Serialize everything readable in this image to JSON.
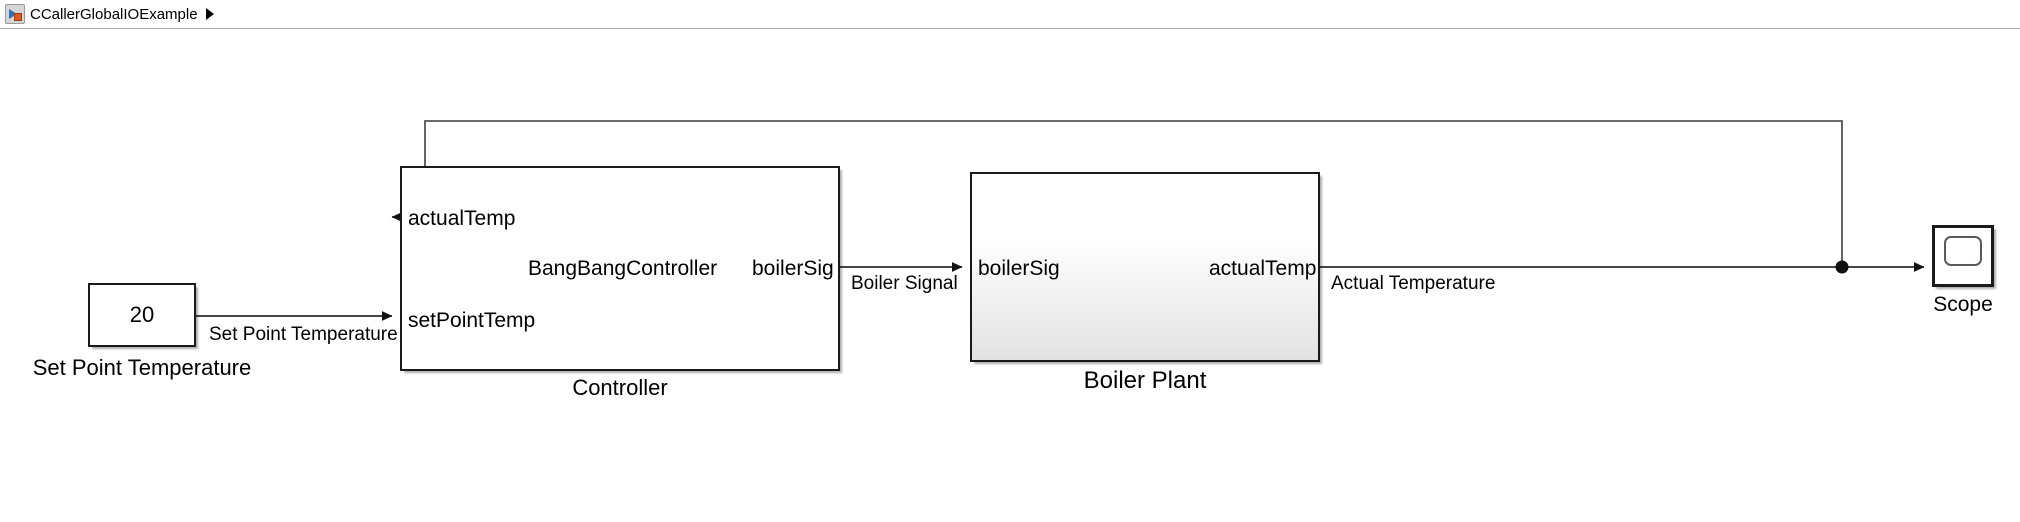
{
  "window": {
    "breadcrumb": {
      "icon": "simulink-model-icon",
      "label": "CCallerGlobalIOExample",
      "arrow": "chevron-right-icon"
    }
  },
  "model": {
    "blocks": [
      {
        "id": "set-point-temperature",
        "type": "constant",
        "value": "20",
        "label": "Set Point Temperature"
      },
      {
        "id": "controller",
        "type": "subsystem",
        "label": "Controller",
        "mask_text": "BangBangController",
        "inputs": [
          "actualTemp",
          "setPointTemp"
        ],
        "outputs": [
          "boilerSig"
        ]
      },
      {
        "id": "boiler-plant",
        "type": "subsystem",
        "label": "Boiler Plant",
        "inputs": [
          "boilerSig"
        ],
        "outputs": [
          "actualTemp"
        ]
      },
      {
        "id": "scope",
        "type": "scope",
        "label": "Scope"
      }
    ],
    "signals": [
      {
        "id": "set-point-temperature-signal",
        "label": "Set Point Temperature"
      },
      {
        "id": "boiler-signal",
        "label": "Boiler Signal"
      },
      {
        "id": "actual-temperature-signal",
        "label": "Actual Temperature"
      }
    ],
    "colors": {
      "block_border": "#1a1a1a",
      "line": "#2b2b2b",
      "canvas": "#ffffff",
      "subsystem_gradient_bottom": "#e2e2e2"
    }
  }
}
